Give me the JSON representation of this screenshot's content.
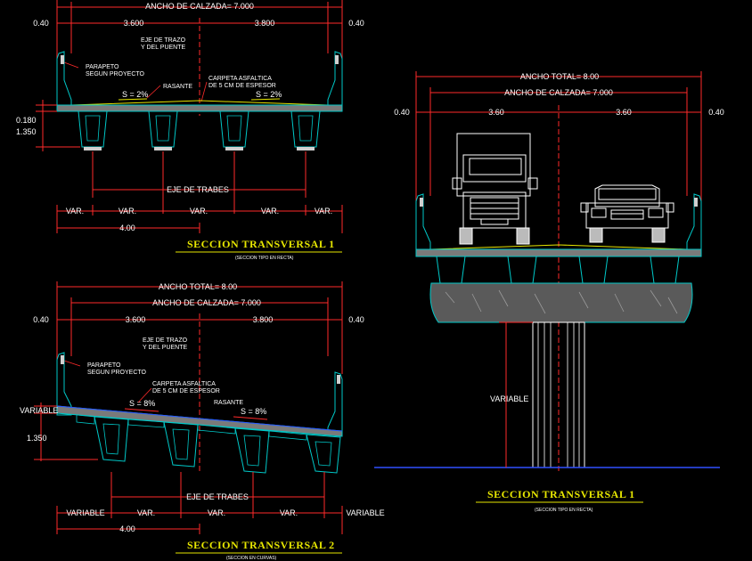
{
  "colors": {
    "dimension": "#ff2a2a",
    "structure": "#00c8c8",
    "text": "#ffffff",
    "title": "#e6e600",
    "background": "#000000"
  },
  "section1": {
    "ancho_calzada": "ANCHO DE CALZADA= 7.000",
    "dim_040_left": "0.40",
    "dim_3600_left": "3.600",
    "dim_3600_right": "3.800",
    "dim_040_right": "0.40",
    "eje_trazo": [
      "EJE DE TRAZO",
      "Y DEL PUENTE"
    ],
    "parapeto": [
      "PARAPETO",
      "SEGUN PROYECTO"
    ],
    "carpeta": [
      "CARPETA ASFALTICA",
      "DE 5 CM DE ESPESOR"
    ],
    "rasante": "RASANTE",
    "slope_left": "S = 2%",
    "slope_right": "S = 2%",
    "dim_0180": "0.180",
    "dim_1350": "1.350",
    "eje_trabes": "EJE DE TRABES",
    "var_labels": [
      "VAR.",
      "VAR.",
      "VAR.",
      "VAR.",
      "VAR."
    ],
    "dim_400": "4.00",
    "title": "SECCION TRANSVERSAL 1",
    "subtitle": "(SECCION TIPO EN RECTA)"
  },
  "section2": {
    "ancho_total": "ANCHO TOTAL= 8.00",
    "ancho_calzada": "ANCHO DE CALZADA= 7.000",
    "dim_040_left": "0.40",
    "dim_3600_left": "3.600",
    "dim_3600_right": "3.800",
    "dim_040_right": "0.40",
    "eje_trazo": [
      "EJE DE TRAZO",
      "Y DEL PUENTE"
    ],
    "parapeto": [
      "PARAPETO",
      "SEGUN PROYECTO"
    ],
    "carpeta": [
      "CARPETA ASFALTICA",
      "DE 5 CM DE ESPESOR"
    ],
    "rasante": "RASANTE",
    "slope_left": "S = 8%",
    "slope_right": "S = 8%",
    "variable_left": "VARIABLE",
    "dim_1350": "1.350",
    "eje_trabes": "EJE DE TRABES",
    "bottom_labels": [
      "VARIABLE",
      "VAR.",
      "VAR.",
      "VAR.",
      "VARIABLE"
    ],
    "dim_400": "4.00",
    "title": "SECCION TRANSVERSAL 2",
    "subtitle": "(SECCION EN CURVAS)"
  },
  "section3": {
    "ancho_total": "ANCHO TOTAL= 8.00",
    "ancho_calzada": "ANCHO DE CALZADA= 7.000",
    "dim_040_left": "0.40",
    "dim_360_left": "3.60",
    "dim_360_right": "3.60",
    "dim_040_right": "0.40",
    "variable": "VARIABLE",
    "title": "SECCION TRANSVERSAL 1",
    "subtitle": "(SECCION TIPO EN RECTA)"
  }
}
